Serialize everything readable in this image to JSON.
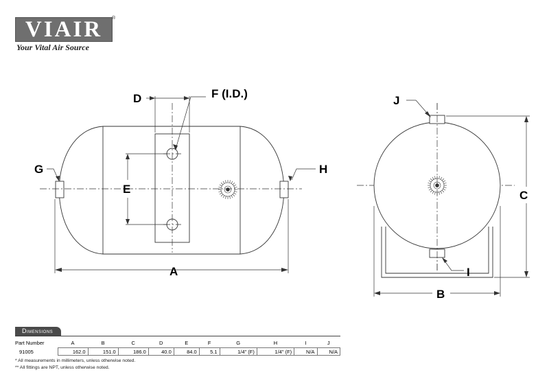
{
  "brand": {
    "name": "VIAIR",
    "registered": "®",
    "tagline": "Your Vital Air Source"
  },
  "labels": {
    "A": "A",
    "B": "B",
    "C": "C",
    "D": "D",
    "E": "E",
    "F": "F (I.D.)",
    "G": "G",
    "H": "H",
    "I": "I",
    "J": "J"
  },
  "dimensions": {
    "title": "Dimensions",
    "headers": [
      "Part Number",
      "A",
      "B",
      "C",
      "D",
      "E",
      "F",
      "G",
      "H",
      "I",
      "J"
    ],
    "rows": [
      [
        "91005",
        "162.0",
        "151.0",
        "186.0",
        "40.0",
        "84.0",
        "5.1",
        "1/4\" (F)",
        "1/4\" (F)",
        "N/A",
        "N/A"
      ]
    ],
    "notes": [
      "* All measurements in millimeters, unless otherwise noted.",
      "** All fittings are NPT, unless otherwise noted."
    ]
  }
}
